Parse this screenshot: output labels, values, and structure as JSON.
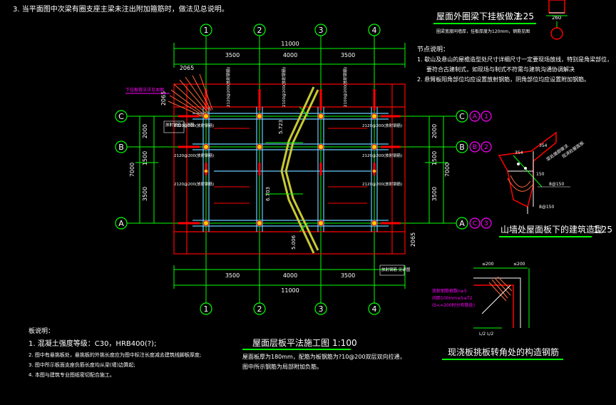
{
  "top_note": "3. 当平面图中次梁有圈支座主梁未注出附加箍筋时，做法见总说明。",
  "detail_top": {
    "title": "屋面外圈梁下挂板做法",
    "scale": "1:25",
    "subtitle": "圈梁宽度同墙厚，挂板厚度为120mm，钢筋见图",
    "dim": "260"
  },
  "node_notes": {
    "title": "节点说明：",
    "items": [
      "1. 歇山及悬山的屋檐造型处尺寸详细尺寸一定要现场放线，特别是角梁部位，",
      "要符合古建制式，如现场与制式不符需与建筑沟通协调解决",
      "2. 悬臂板阳角部位均应设置放射钢筋，阴角部位均应设置附加钢筋。"
    ]
  },
  "axes": {
    "cols": [
      "1",
      "2",
      "3",
      "4"
    ],
    "rows": [
      "C",
      "B",
      "A"
    ],
    "right_tags": [
      {
        "axis": "C",
        "a": "A",
        "b": "1"
      },
      {
        "axis": "B",
        "a": "B",
        "b": "2"
      },
      {
        "axis": "A",
        "a": "C",
        "b": "3"
      }
    ]
  },
  "dims": {
    "top_spans": [
      "3500",
      "4000",
      "3500"
    ],
    "top_total": "11000",
    "bottom_spans": [
      "3500",
      "4000",
      "3500"
    ],
    "bottom_total": "11000",
    "left_rows": [
      "2000",
      "1500",
      "3500"
    ],
    "left_total": "7000",
    "right_rows": [
      "2000",
      "1500",
      "3500"
    ],
    "right_total": "7000",
    "overhang_top": "2065",
    "overhang_left": "2065",
    "overhang_right": "2065",
    "diag_a": "5.723",
    "diag_b": "6.703",
    "diag_c": "5.006"
  },
  "beam_labels": {
    "vertical": [
      "2120@200(放射钢筋)",
      "2100@200(放射钢筋)",
      "2100@200(放射钢筋)"
    ],
    "left": [
      "2120@200(放射钢筋)",
      "2120@200(放射钢筋)",
      "2120@200(放射钢筋)"
    ],
    "right": [
      "2120@200(放射钢筋)",
      "2120@200(放射钢筋)",
      "2120@200(放射钢筋)"
    ],
    "magenta_callout": "下挂板做法详见本图",
    "corner_left": "放射钢筋 见详图",
    "corner_right": "放射钢筋 见详图"
  },
  "detail_right": {
    "title": "山墙处屋面板下的建筑造型",
    "scale": "1:25",
    "dims": [
      "354",
      "354",
      "150"
    ],
    "labels": [
      "梁处端部做法",
      "现浇砼屋面板",
      "8@150",
      "8@150"
    ]
  },
  "detail_corner": {
    "title": "现浇板挑板转角处的构造钢筋",
    "dim_top": "≤200",
    "dim_top2": "≤200",
    "dim_bottom": "L/2 L/2",
    "labels": [
      "放射钢筋根数n≥5",
      "间距100mm≤S≤T2",
      "(S<=200时分布筋处)"
    ]
  },
  "slab_notes": {
    "title": "板说明：",
    "items": [
      "1. 混凝土强度等级：C30，HRB400(?);",
      "2. 图中有悬挑板处，悬挑板的外挑长度应为图中标注长度减去建筑线脚板厚度;",
      "3. 图中所示板面支座负筋长度均从梁(墙)边算起;",
      "4. 本图与建筑专业图纸密切配合施工。"
    ]
  },
  "main_title": {
    "title": "屋面层板平法施工图",
    "scale": "1:100",
    "line1": "屋面板厚为180mm，配筋为板钢筋为?10@200双层双向拉通，",
    "line2": "图中所示钢筋为局部附加负筋。"
  },
  "colors": {
    "green": "#00ff00",
    "red": "#ff0000",
    "yellow": "#ffff00",
    "magenta": "#ff00ff",
    "cyan": "#66ccff",
    "olive": "#c8c832",
    "white": "#ffffff"
  }
}
